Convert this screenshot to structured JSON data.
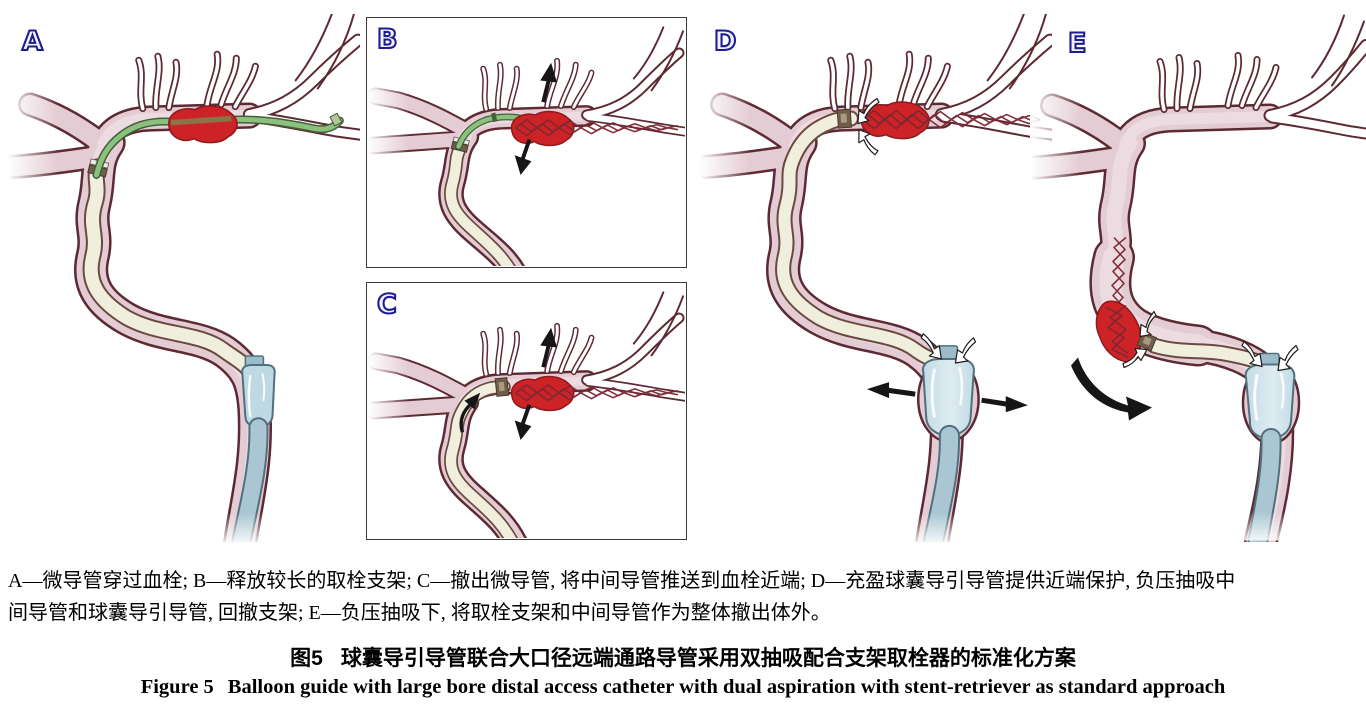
{
  "panel_labels": {
    "a": "A",
    "b": "B",
    "c": "C",
    "d": "D",
    "e": "E"
  },
  "caption": {
    "line1": "A—微导管穿过血栓; B—释放较长的取栓支架; C—撤出微导管, 将中间导管推送到血栓近端; D—充盈球囊导引导管提供近端保护, 负压抽吸中",
    "line2": "间导管和球囊导引导管, 回撤支架; E—负压抽吸下, 将取栓支架和中间导管作为整体撤出体外。"
  },
  "title_zh": {
    "label": "图5",
    "text": "球囊导引导管联合大口径远端通路导管采用双抽吸配合支架取栓器的标准化方案"
  },
  "title_en": {
    "label": "Figure 5",
    "text": "Balloon guide with large bore distal access catheter with dual aspiration with stent-retriever as standard approach"
  },
  "colors": {
    "vessel_fill": "#e3ccd3",
    "vessel_lumen": "#ecdce1",
    "vessel_outline": "#5d2a33",
    "thrombus_red": "#ce2326",
    "thrombus_outline": "#8c1a1f",
    "microcatheter_green": "#8cc17d",
    "microcatheter_outline": "#44603a",
    "catheter_cream": "#f0eedd",
    "catheter_cream_outline": "#6d4a41",
    "bgc_blue": "#a9c6d2",
    "bgc_outline": "#51707e",
    "balloon_fill": "#cde2ea",
    "stent_color": "#7b2833",
    "marker_dark": "#6f5c49",
    "panel_letter_color": "#1d1d91",
    "arrow_black": "#161616",
    "box_border": "#3b3b3b",
    "text_color": "#000000"
  }
}
